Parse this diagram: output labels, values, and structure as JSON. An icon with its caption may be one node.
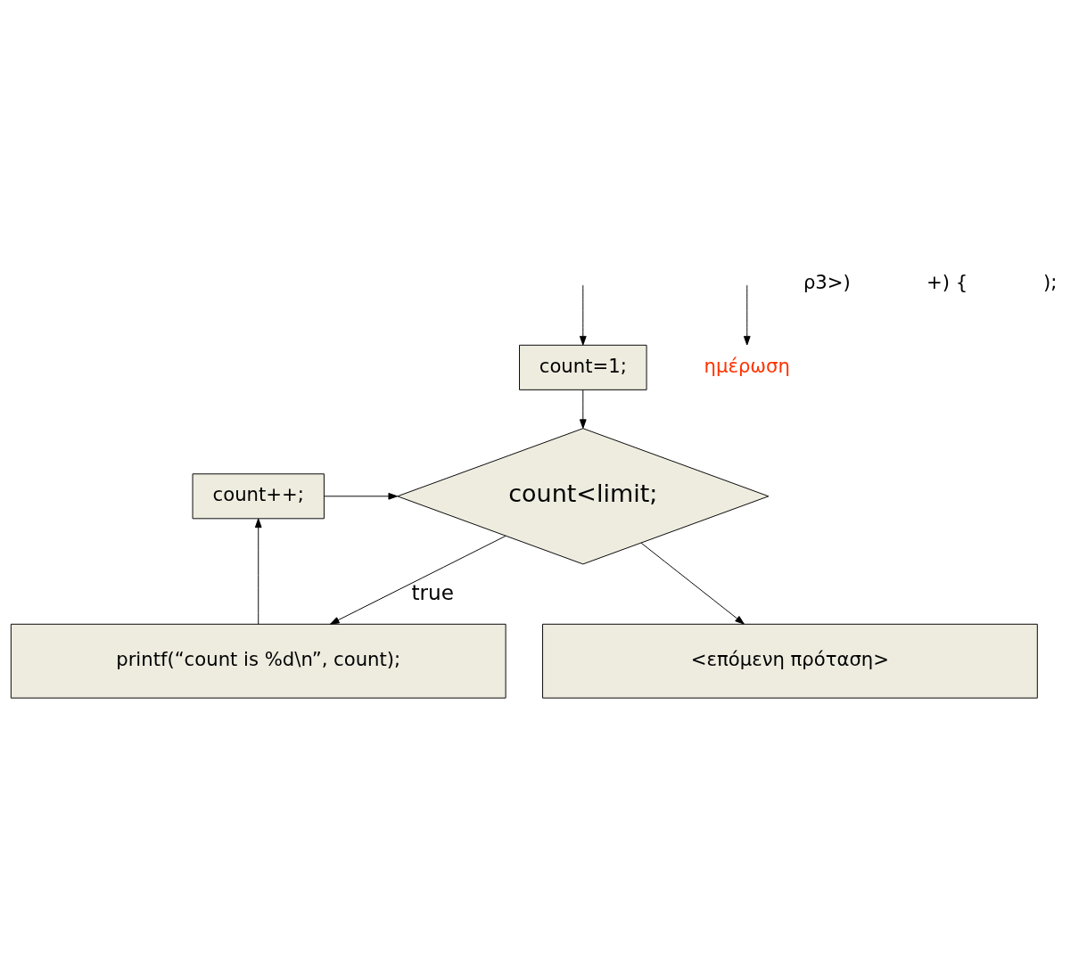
{
  "diagram": {
    "nodes": [
      {
        "text": [
          "count=1;"
        ]
      },
      {
        "text": [
          "count<limit;"
        ]
      },
      {
        "text": [
          "count++;"
        ]
      },
      {
        "text": [
          "printf(“count is %d\\n”, count);"
        ]
      },
      {
        "text": [
          "<επόμενη πρόταση>"
        ]
      },
      {
        "text": [
          "ημέρωση"
        ]
      }
    ],
    "edges": [
      {
        "from": null,
        "to": 0,
        "arrow": "to"
      },
      {
        "from": 0,
        "to": 1,
        "arrow": "to"
      },
      {
        "from": 1,
        "to": 3,
        "label": "true",
        "arrow": "to"
      },
      {
        "from": 3,
        "to": 2,
        "arrow": "to"
      },
      {
        "from": 2,
        "to": 1,
        "arrow": "to"
      },
      {
        "from": 1,
        "to": 4,
        "arrow": "to"
      },
      {
        "from": null,
        "to": 5,
        "arrow": "to"
      }
    ],
    "labels": [
      "ρ3>)",
      "+) {",
      ");"
    ]
  }
}
